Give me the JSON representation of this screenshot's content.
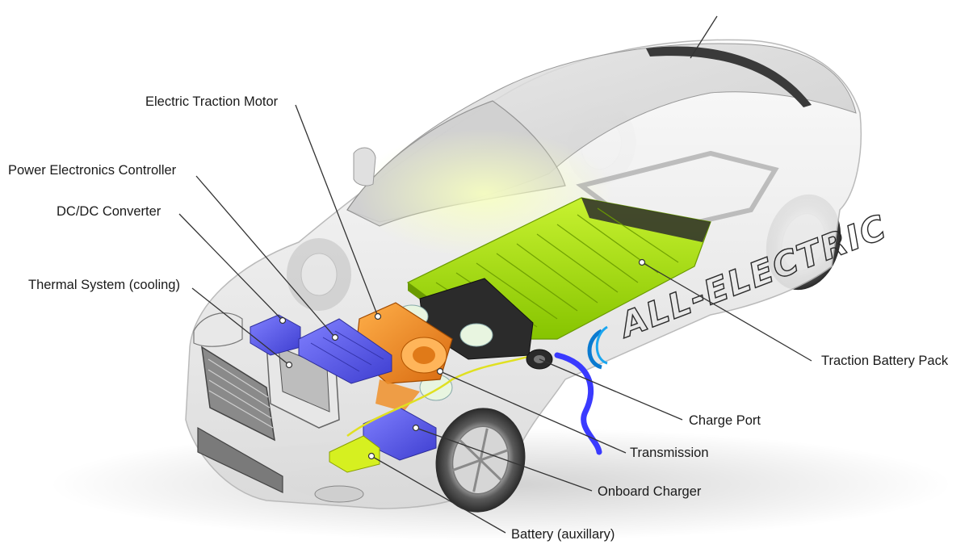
{
  "labels": {
    "electric_traction_motor": "Electric Traction Motor",
    "power_electronics_controller": "Power Electronics Controller",
    "dc_dc_converter": "DC/DC Converter",
    "thermal_system": "Thermal System (cooling)",
    "traction_battery_pack": "Traction Battery Pack",
    "charge_port": "Charge Port",
    "transmission": "Transmission",
    "onboard_charger": "Onboard Charger",
    "battery_auxiliary": "Battery (auxillary)"
  },
  "car_body_text": "ALL-ELECTRIC",
  "colors": {
    "battery_green": "#a6e000",
    "motor_orange": "#f08a1e",
    "converter_blue": "#5a5ae8",
    "leader_line": "#333333",
    "body_white": "#f2f2f2",
    "glass_tint": "#d8d8d8"
  }
}
